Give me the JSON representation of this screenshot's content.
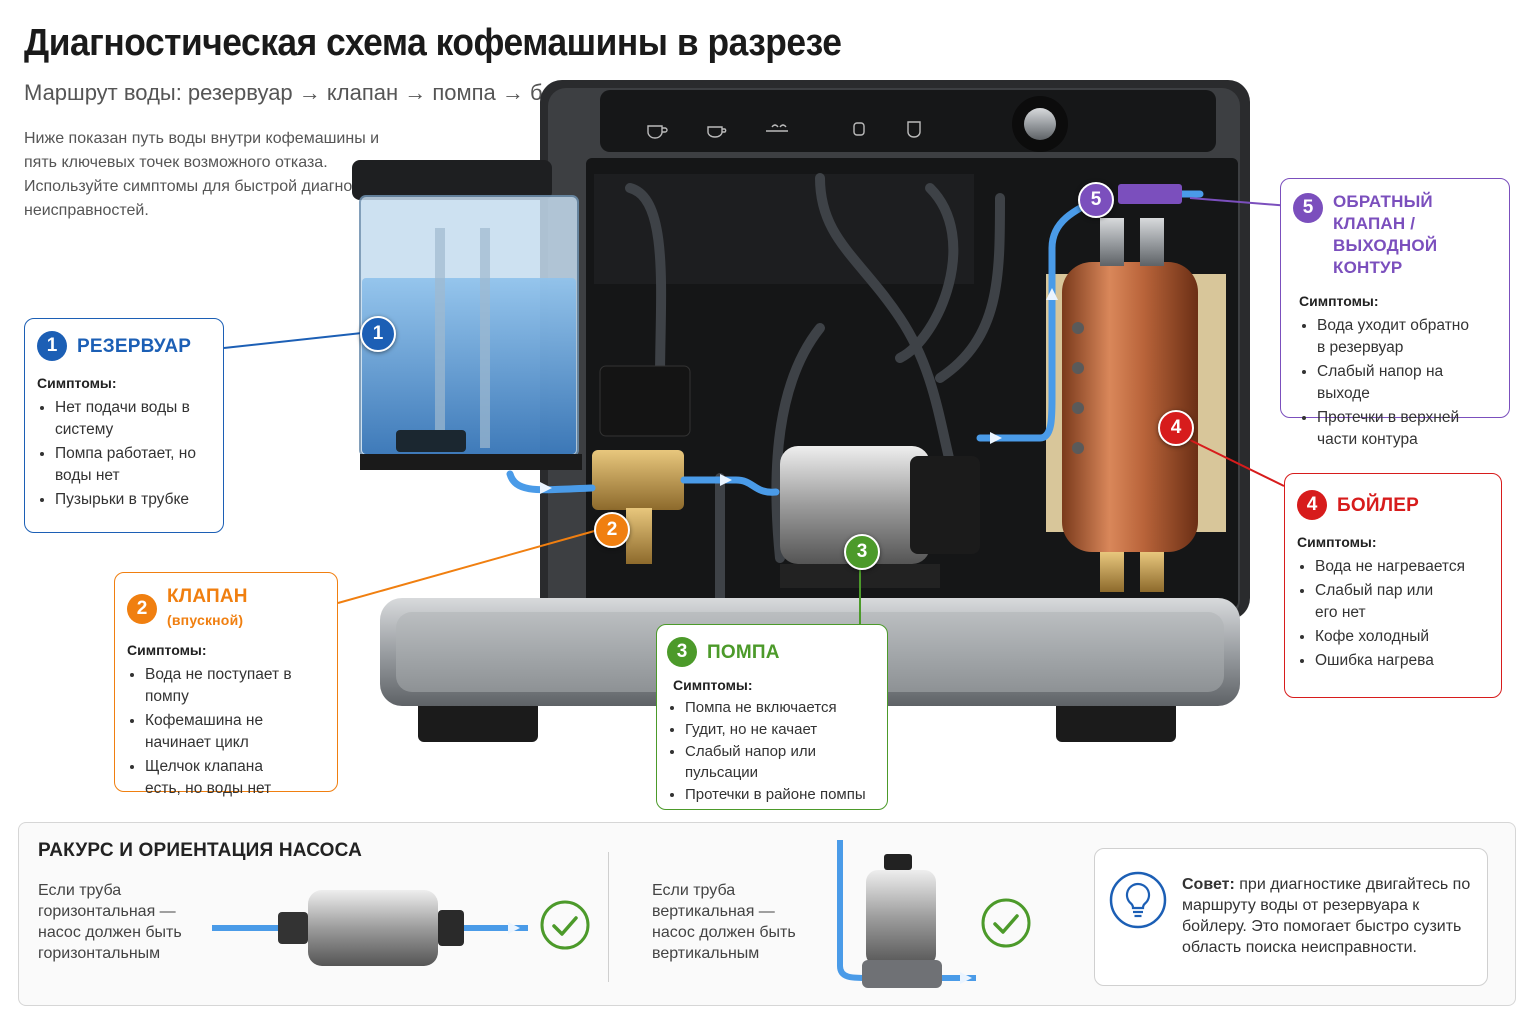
{
  "title": "Диагностическая схема кофемашины в разрезе",
  "subtitle": "Маршрут воды: резервуар → клапан → помпа → бойлер",
  "intro": "Ниже показан путь воды внутри кофемашины и пять ключевых точек возможного отказа. Используйте симптомы для быстрой диагностики неисправностей.",
  "symptoms_label": "Симптомы:",
  "colors": {
    "reservoir": "#1c5fb5",
    "valve": "#f07f10",
    "pump": "#4c9a2a",
    "boiler": "#d71c1c",
    "check_valve": "#7b4fbd",
    "water": "#4a9be8"
  },
  "components": {
    "reservoir": {
      "num": "1",
      "title": "РЕЗЕРВУАР",
      "symptoms": [
        "Нет подачи воды в систему",
        "Помпа работает, но воды нет",
        "Пузырьки в трубке"
      ]
    },
    "valve": {
      "num": "2",
      "title": "КЛАПАН",
      "title_note": "(впускной)",
      "symptoms": [
        "Вода не поступает в помпу",
        "Кофемашина не начинает цикл",
        "Щелчок клапана есть, но воды нет"
      ]
    },
    "pump": {
      "num": "3",
      "title": "ПОМПА",
      "symptoms": [
        "Помпа не включается",
        "Гудит, но не качает",
        "Слабый напор или пульсации",
        "Протечки в районе помпы"
      ]
    },
    "boiler": {
      "num": "4",
      "title": "БОЙЛЕР",
      "symptoms": [
        "Вода не нагревается",
        "Слабый пар или его нет",
        "Кофе холодный",
        "Ошибка нагрева"
      ]
    },
    "check_valve": {
      "num": "5",
      "title_line1": "ОБРАТНЫЙ КЛАПАН /",
      "title_line2": "ВЫХОДНОЙ КОНТУР",
      "symptoms": [
        "Вода уходит обратно в резервуар",
        "Слабый напор на выходе",
        "Протечки в верхней части контура"
      ]
    }
  },
  "orientation": {
    "title": "РАКУРС И ОРИЕНТАЦИЯ НАСОСА",
    "horizontal": "Если труба горизонтальная — насос должен быть горизонтальным",
    "vertical": "Если труба вертикальная — насос должен быть вертикальным"
  },
  "tip": {
    "label": "Совет:",
    "text": " при диагностике двигайтесь по маршруту воды от резервуара к бойлеру. Это помогает быстро сузить область поиска неисправности."
  },
  "icons": {
    "check": "check-circle-icon",
    "tip": "lightbulb-icon",
    "controls": [
      "cup-icon",
      "cup-icon",
      "steam-icon",
      "cup-icon",
      "cup-icon"
    ]
  }
}
